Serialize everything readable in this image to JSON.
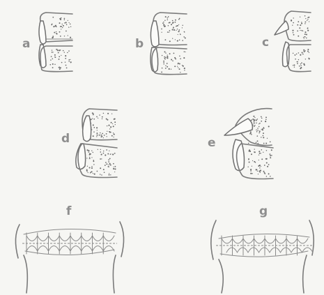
{
  "panels": [
    {
      "id": "a",
      "label": "a"
    },
    {
      "id": "b",
      "label": "b"
    },
    {
      "id": "c",
      "label": "c"
    },
    {
      "id": "d",
      "label": "d"
    },
    {
      "id": "e",
      "label": "e"
    },
    {
      "id": "f",
      "label": "f"
    },
    {
      "id": "g",
      "label": "g"
    }
  ],
  "colors": {
    "background": "#f6f6f3",
    "line": "#7a7a7a",
    "label": "#8e8e8e",
    "stipple": "#6a6a6a"
  }
}
